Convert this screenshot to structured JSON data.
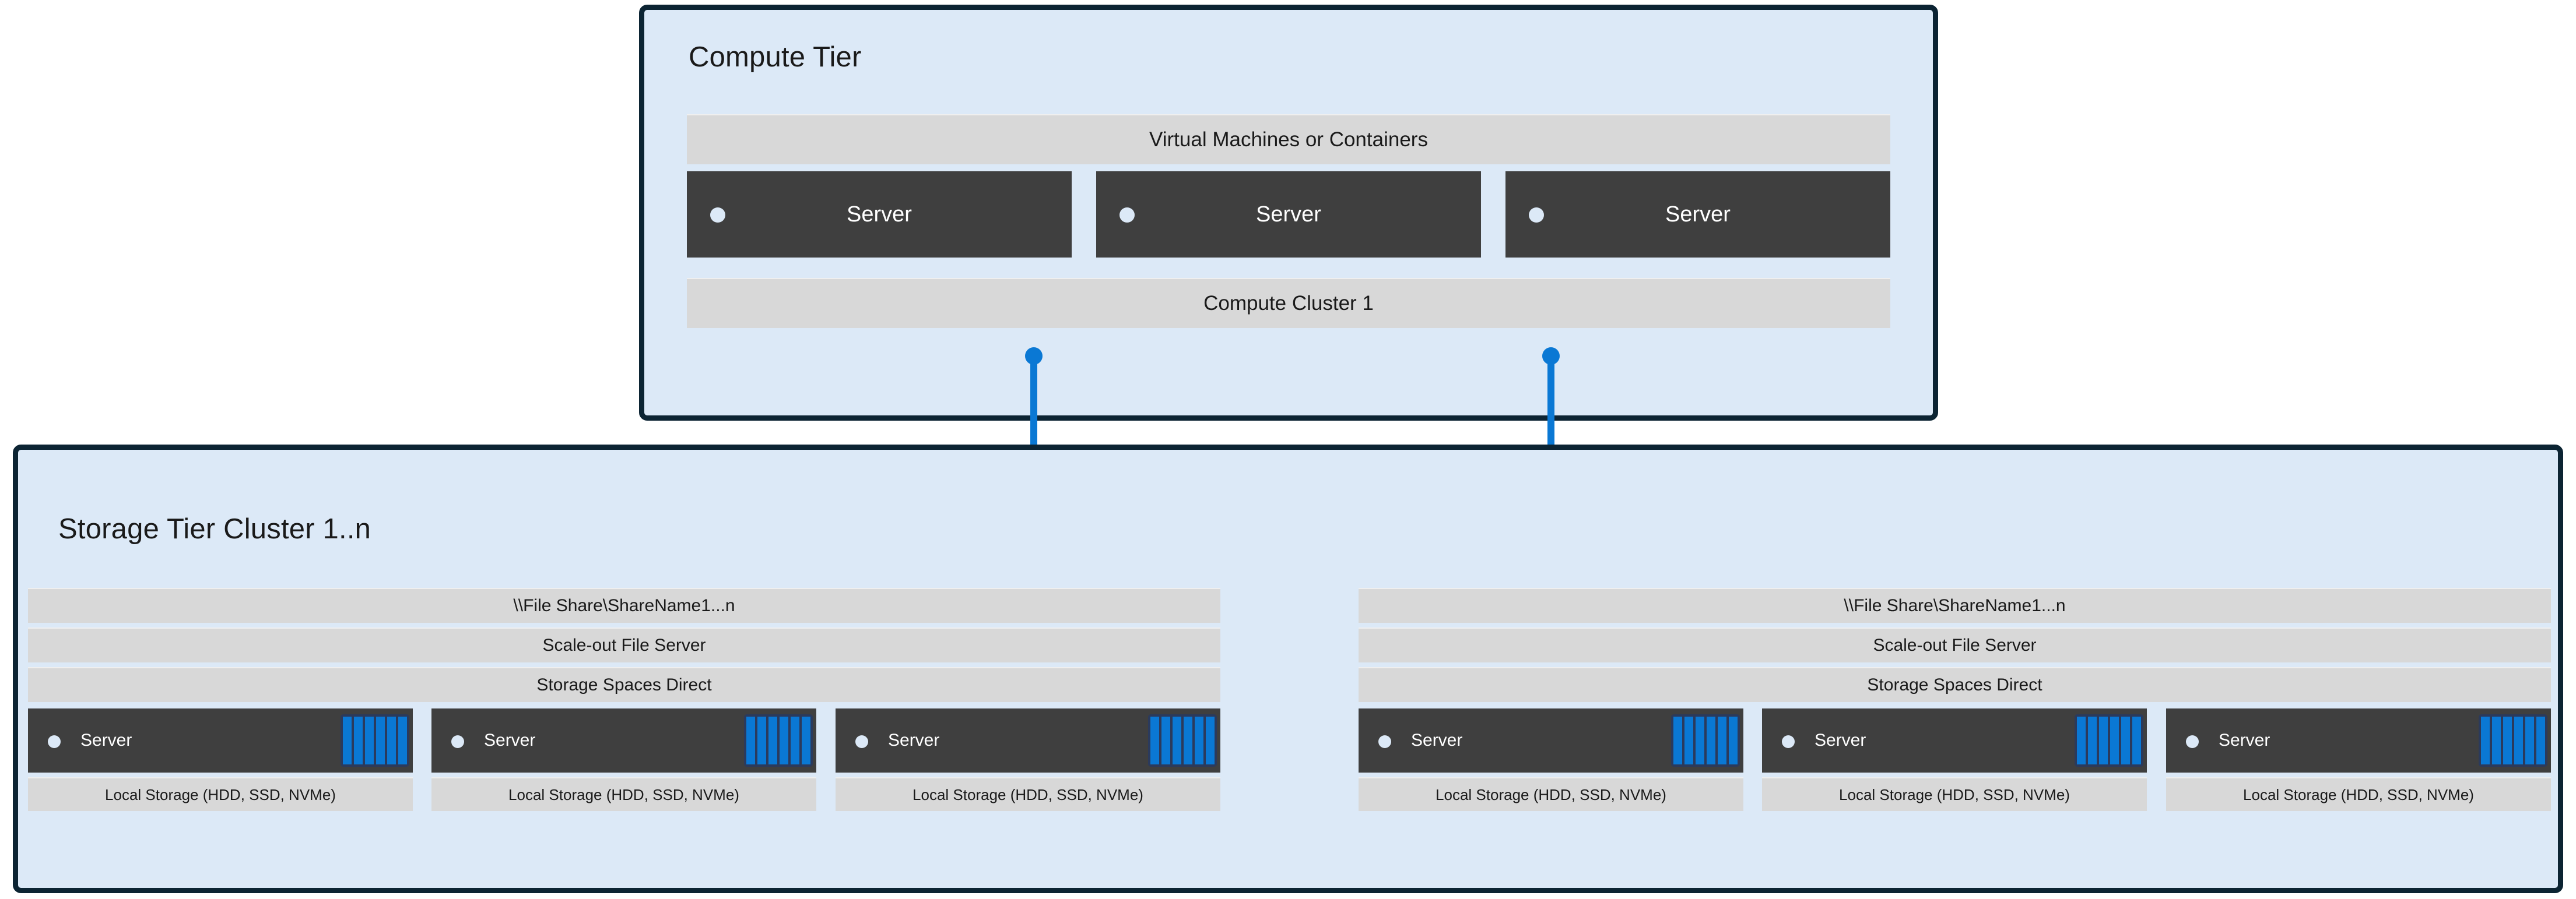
{
  "diagram": {
    "title": "Compute Tier and Storage Tier architecture",
    "colors": {
      "panel_fill": "#dce9f7",
      "panel_border": "#0c2433",
      "band_fill": "#d8d8d8",
      "server_fill": "#3f3f3f",
      "accent_blue": "#0a78d4",
      "disk_tray": "#2b3a5c",
      "led": "#dce9f7",
      "text_dark": "#1a1a1a",
      "text_light": "#ffffff"
    }
  },
  "compute_tier": {
    "title": "Compute Tier",
    "top_band": "Virtual Machines or Containers",
    "bottom_band": "Compute Cluster 1",
    "servers": [
      {
        "label": "Server"
      },
      {
        "label": "Server"
      },
      {
        "label": "Server"
      }
    ]
  },
  "connectors": [
    {
      "name": "compute-to-storage-left",
      "icon": "folder-icon"
    },
    {
      "name": "compute-to-storage-right",
      "icon": "folder-icon"
    }
  ],
  "storage_tier": {
    "title": "Storage Tier Cluster 1..n",
    "clusters": [
      {
        "file_share": "\\\\File Share\\ShareName1...n",
        "file_server": "Scale-out File Server",
        "storage_spaces": "Storage Spaces Direct",
        "nodes": [
          {
            "label": "Server",
            "storage": "Local Storage (HDD, SSD, NVMe)",
            "disk_count": 6
          },
          {
            "label": "Server",
            "storage": "Local Storage (HDD, SSD, NVMe)",
            "disk_count": 6
          },
          {
            "label": "Server",
            "storage": "Local Storage (HDD, SSD, NVMe)",
            "disk_count": 6
          }
        ]
      },
      {
        "file_share": "\\\\File Share\\ShareName1...n",
        "file_server": "Scale-out File Server",
        "storage_spaces": "Storage Spaces Direct",
        "nodes": [
          {
            "label": "Server",
            "storage": "Local Storage (HDD, SSD, NVMe)",
            "disk_count": 6
          },
          {
            "label": "Server",
            "storage": "Local Storage (HDD, SSD, NVMe)",
            "disk_count": 6
          },
          {
            "label": "Server",
            "storage": "Local Storage (HDD, SSD, NVMe)",
            "disk_count": 6
          }
        ]
      }
    ]
  }
}
